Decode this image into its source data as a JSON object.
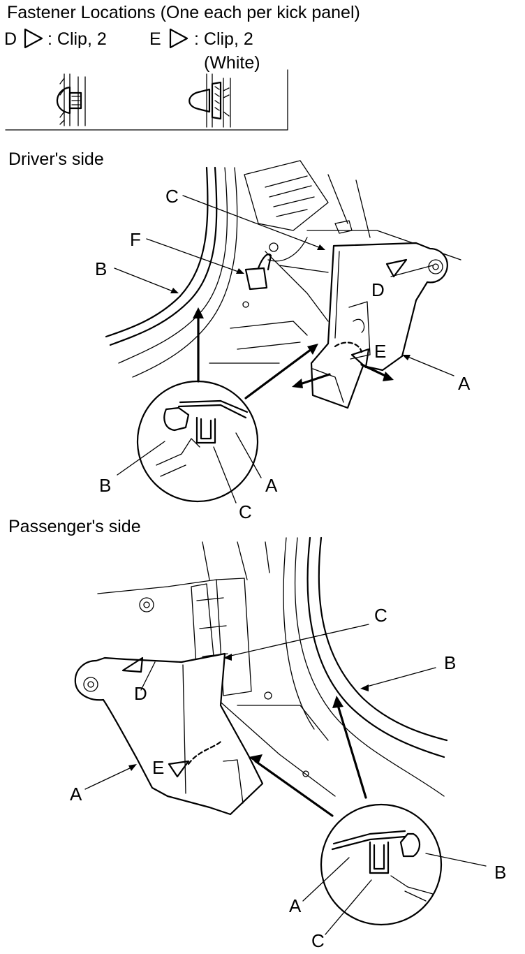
{
  "header": {
    "title": "Fastener Locations (One each per kick panel)",
    "clip_d": ": Clip, 2",
    "clip_e": ": Clip, 2",
    "clip_e_note": "(White)",
    "letter_d": "D",
    "letter_e": "E"
  },
  "driver": {
    "title": "Driver's side",
    "labels": {
      "a": "A",
      "b": "B",
      "c": "C",
      "d": "D",
      "e": "E",
      "f": "F",
      "detail_a": "A",
      "detail_b": "B",
      "detail_c": "C"
    }
  },
  "passenger": {
    "title": "Passenger's side",
    "labels": {
      "a": "A",
      "b": "B",
      "c": "C",
      "d": "D",
      "e": "E",
      "detail_a": "A",
      "detail_b": "B",
      "detail_c": "C"
    }
  }
}
